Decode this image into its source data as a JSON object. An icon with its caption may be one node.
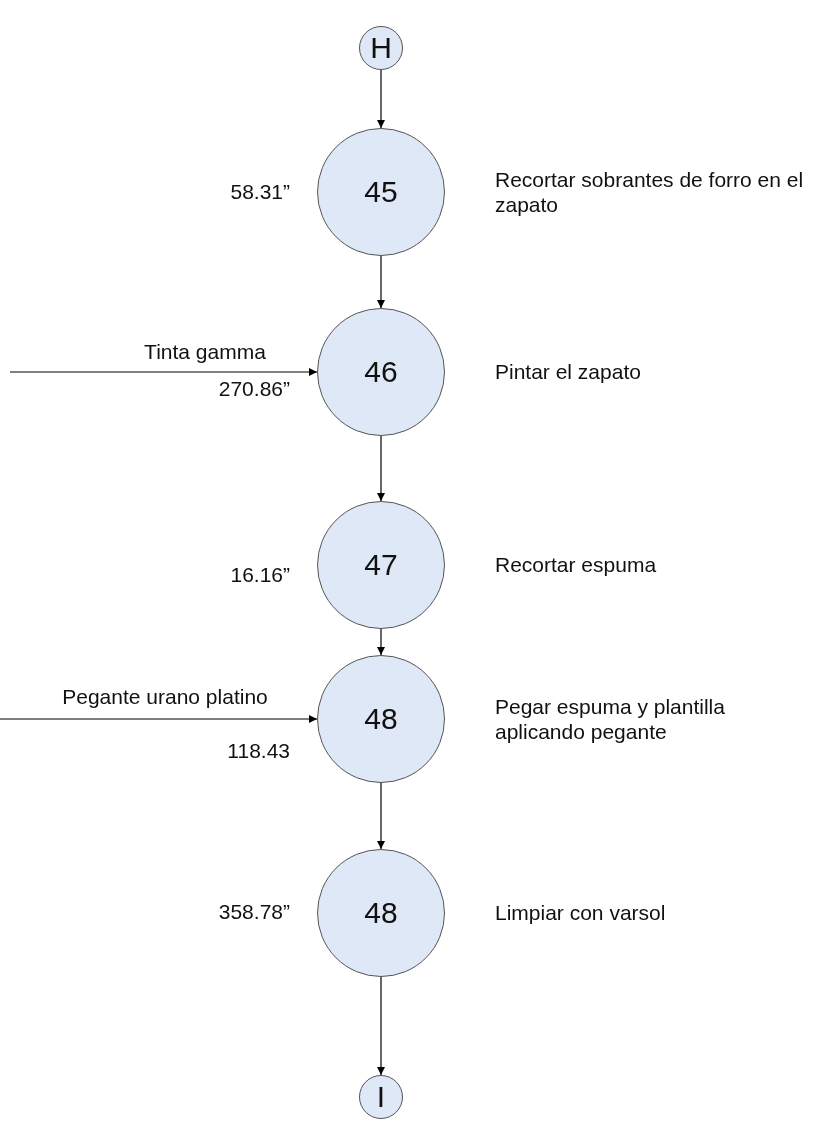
{
  "diagram": {
    "nodes": [
      {
        "text": [
          "H"
        ]
      },
      {
        "text": [
          "45"
        ],
        "beside": [
          "58.31”",
          "Recortar sobrantes de forro en el zapato"
        ]
      },
      {
        "text": [
          "46"
        ],
        "beside": [
          "270.86”",
          "Pintar el zapato"
        ]
      },
      {
        "text": [
          "47"
        ],
        "beside": [
          "16.16”",
          "Recortar espuma"
        ]
      },
      {
        "text": [
          "48"
        ],
        "beside": [
          "118.43",
          "Pegar espuma y plantilla aplicando pegante"
        ]
      },
      {
        "text": [
          "48"
        ],
        "beside": [
          "358.78”",
          "Limpiar con varsol"
        ]
      },
      {
        "text": [
          "I"
        ]
      }
    ],
    "edges": [
      {
        "from": 0,
        "to": 1,
        "arrow": "to"
      },
      {
        "from": 1,
        "to": 2,
        "arrow": "to"
      },
      {
        "from": 2,
        "to": 3,
        "arrow": "to"
      },
      {
        "from": 3,
        "to": 4,
        "arrow": "to"
      },
      {
        "from": 4,
        "to": 5,
        "arrow": "to"
      },
      {
        "from": 5,
        "to": 6,
        "arrow": "to"
      },
      {
        "from": null,
        "to": 2,
        "arrow": "to",
        "label": "Tinta gamma"
      },
      {
        "from": null,
        "to": 4,
        "arrow": "to",
        "label": "Pegante urano platino"
      }
    ]
  }
}
